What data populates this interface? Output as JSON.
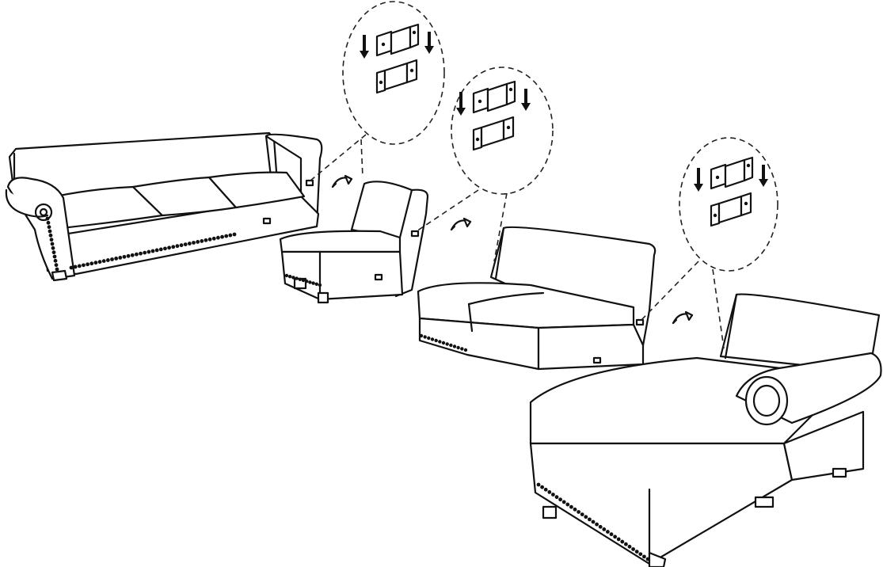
{
  "diagram": {
    "kind": "sectional-sofa-assembly-instructions",
    "modules": [
      {
        "name": "left-arm-sofa",
        "icon": "sofa-left-arm-icon"
      },
      {
        "name": "armless-chair",
        "icon": "armless-chair-icon"
      },
      {
        "name": "armless-loveseat",
        "icon": "armless-loveseat-icon"
      },
      {
        "name": "right-arm-chaise",
        "icon": "chaise-right-arm-icon"
      }
    ],
    "connectors": [
      {
        "name": "connector-detail-1",
        "icon": "bracket-connector-icon"
      },
      {
        "name": "connector-detail-2",
        "icon": "bracket-connector-icon"
      },
      {
        "name": "connector-detail-3",
        "icon": "bracket-connector-icon"
      }
    ],
    "arrows": [
      "curved-arrow-icon",
      "curved-arrow-icon",
      "curved-arrow-icon"
    ],
    "colors": {
      "line": "#111111",
      "background": "#ffffff"
    }
  }
}
